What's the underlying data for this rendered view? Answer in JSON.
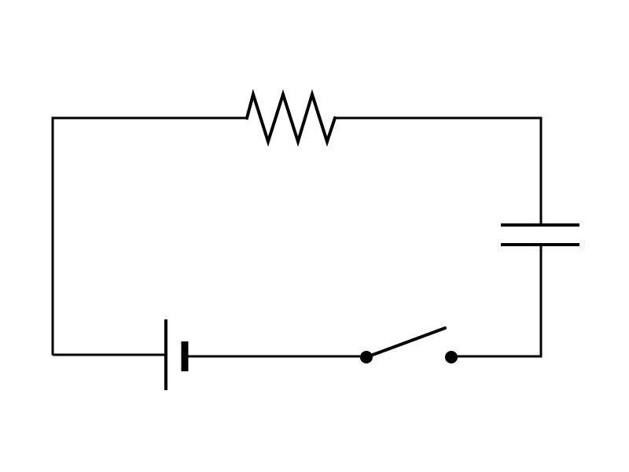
{
  "diagram": {
    "type": "circuit-schematic",
    "background": "#ffffff",
    "stroke_color": "#000000",
    "components": [
      {
        "kind": "resistor",
        "icon": "resistor-icon"
      },
      {
        "kind": "capacitor",
        "icon": "capacitor-icon"
      },
      {
        "kind": "battery",
        "icon": "battery-icon"
      },
      {
        "kind": "switch",
        "state": "open",
        "icon": "switch-icon"
      }
    ],
    "labels": []
  }
}
